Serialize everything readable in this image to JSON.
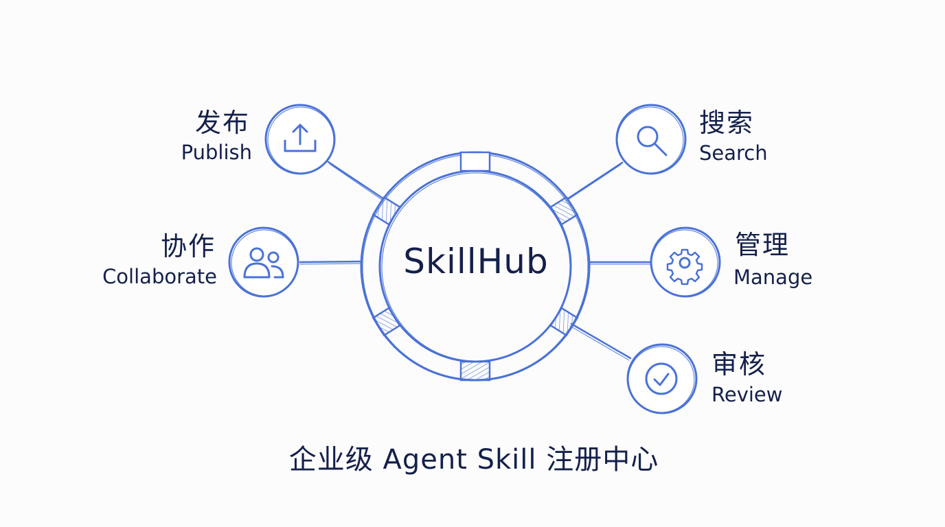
{
  "hub": {
    "title": "SkillHub",
    "tagline": "企业级 Agent Skill 注册中心"
  },
  "colors": {
    "stroke": "#4a72d6",
    "text": "#14204a",
    "background": "#fcfcfd"
  },
  "features": [
    {
      "id": "publish",
      "label_cn": "发布",
      "label_en": "Publish",
      "icon": "upload-icon"
    },
    {
      "id": "collaborate",
      "label_cn": "协作",
      "label_en": "Collaborate",
      "icon": "users-icon"
    },
    {
      "id": "search",
      "label_cn": "搜索",
      "label_en": "Search",
      "icon": "search-icon"
    },
    {
      "id": "manage",
      "label_cn": "管理",
      "label_en": "Manage",
      "icon": "gear-icon"
    },
    {
      "id": "review",
      "label_cn": "审核",
      "label_en": "Review",
      "icon": "check-circle-icon"
    }
  ]
}
